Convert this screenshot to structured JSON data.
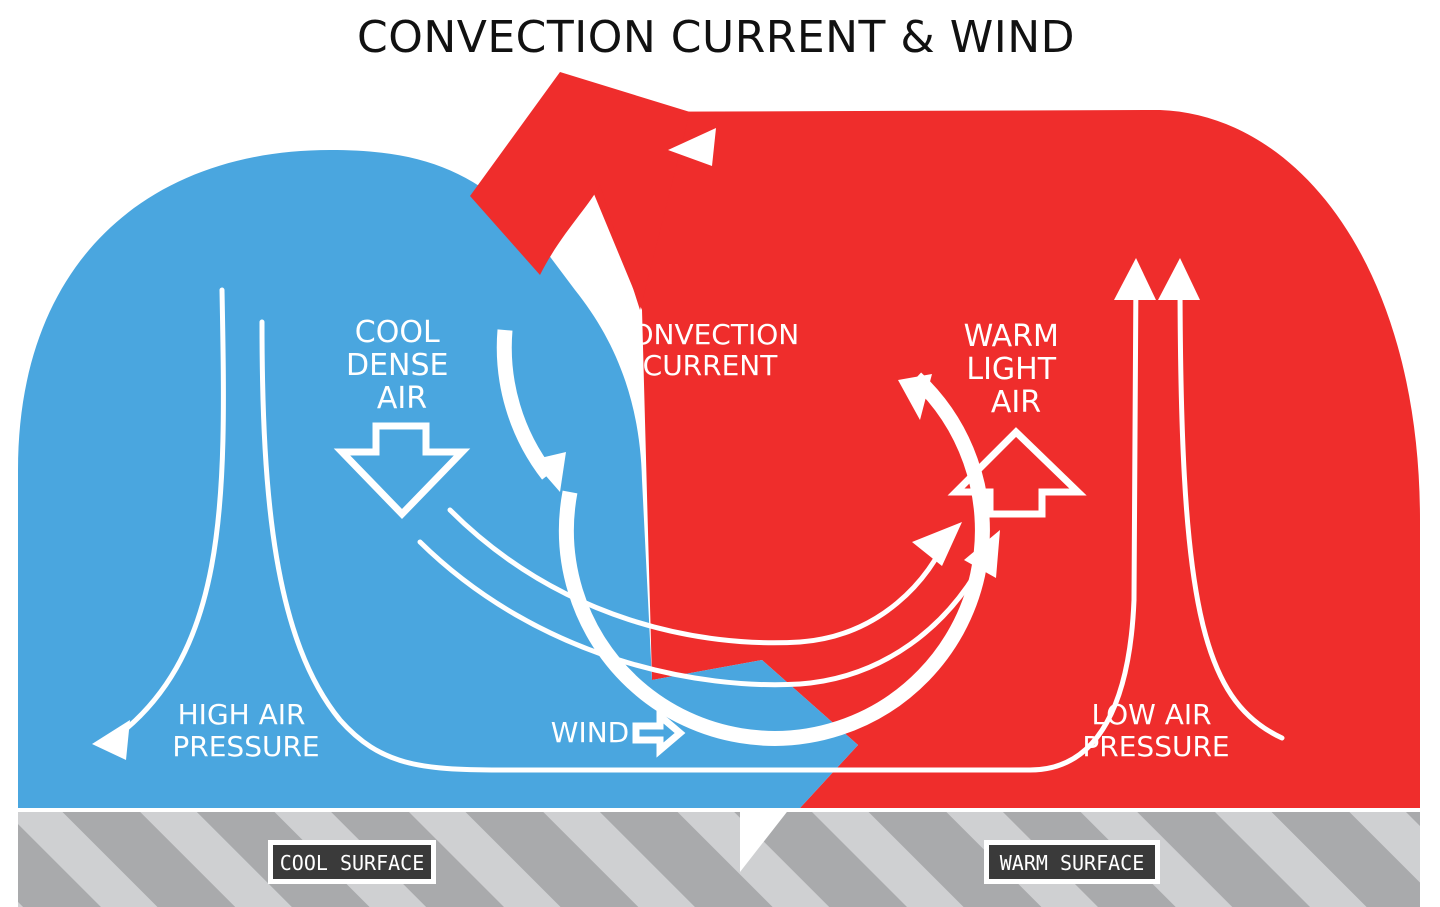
{
  "title": "CONVECTION CURRENT & WIND",
  "labels": {
    "cool_dense_air": [
      "COOL",
      "DENSE",
      "AIR"
    ],
    "convection_current": [
      "CONVECTION",
      "CURRENT"
    ],
    "warm_light_air": [
      "WARM",
      "LIGHT",
      "AIR"
    ],
    "high_air_pressure": [
      "HIGH AIR",
      "PRESSURE"
    ],
    "low_air_pressure": [
      "LOW AIR",
      "PRESSURE"
    ],
    "wind": "WIND"
  },
  "surfaces": {
    "cool": "COOL SURFACE",
    "warm": "WARM SURFACE"
  },
  "colors": {
    "cool_air": "#4aa6df",
    "warm_air": "#ef2d2c",
    "ground": "#a9aaac",
    "ground_stripe": "#cfd0d2",
    "label_box": "#3a3a3a",
    "arrows": "#ffffff"
  }
}
